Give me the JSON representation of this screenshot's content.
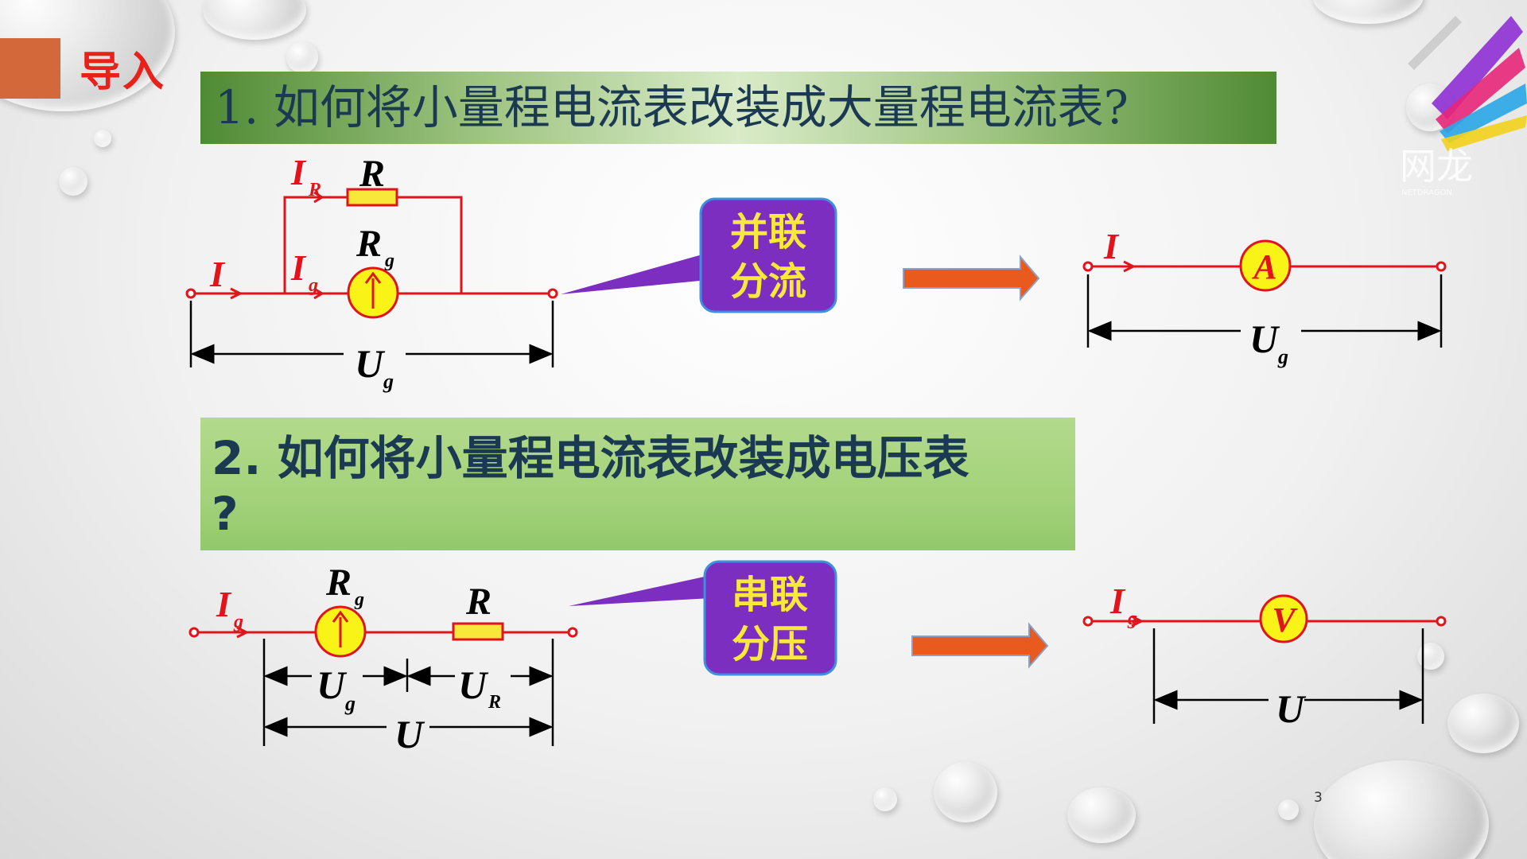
{
  "header": {
    "section_title": "导入"
  },
  "questions": [
    "1. 如何将小量程电流表改装成大量程电流表?",
    "2. 如何将小量程电流表改装成电压表",
    " ?"
  ],
  "callouts": {
    "parallel_line1": "并联",
    "parallel_line2": "分流",
    "series_line1": "串联",
    "series_line2": "分压"
  },
  "circuit1": {
    "i_r_main": "I",
    "i_r_sub": "R",
    "r_label": "R",
    "rg_main": "R",
    "rg_sub": "g",
    "i_label": "I",
    "ig_main": "I",
    "ig_sub": "g",
    "ug_main": "U",
    "ug_sub": "g"
  },
  "circuit2": {
    "meter_label": "A",
    "i_label": "I",
    "ug_main": "U",
    "ug_sub": "g"
  },
  "circuit3": {
    "ig_main": "I",
    "ig_sub": "g",
    "rg_main": "R",
    "rg_sub": "g",
    "r_label": "R",
    "ug_main": "U",
    "ug_sub": "g",
    "ur_main": "U",
    "ur_sub": "R",
    "u_label": "U"
  },
  "circuit4": {
    "meter_label": "V",
    "ig_main": "I",
    "ig_sub": "g",
    "u_label": "U"
  },
  "footer": {
    "page_number": "3"
  },
  "logo": {
    "text": "网龙",
    "subtext": "NETDRAGON"
  },
  "colors": {
    "accent_red": "#e0141a",
    "callout_purple": "#7b2ec0",
    "callout_text": "#f7e83a",
    "arrow_orange": "#e85a1e",
    "meter_yellow": "#f9f318",
    "title_text": "#1b3a52",
    "section_tab": "#d3693a"
  }
}
